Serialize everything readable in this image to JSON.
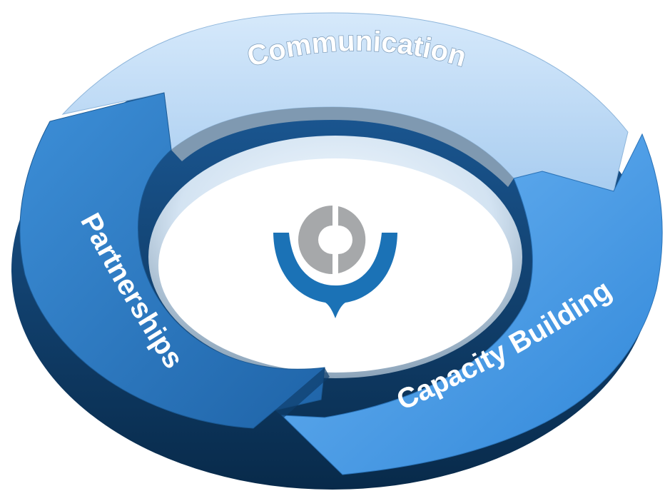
{
  "diagram": {
    "segments": [
      {
        "id": "communication",
        "label": "Communication",
        "color": "#bcd9f5"
      },
      {
        "id": "capacity-building",
        "label": "Capacity Building",
        "color": "#4fa0ea"
      },
      {
        "id": "partnerships",
        "label": "Partnerships",
        "color": "#2f7fc8"
      }
    ],
    "center_logo": {
      "icon": "wco-logo-icon",
      "colors": {
        "grey": "#a6a8aa",
        "blue": "#1b72b6"
      }
    },
    "colors": {
      "ring_shadow": "#0b3a66",
      "inner_wall": "#cfdfee"
    }
  }
}
